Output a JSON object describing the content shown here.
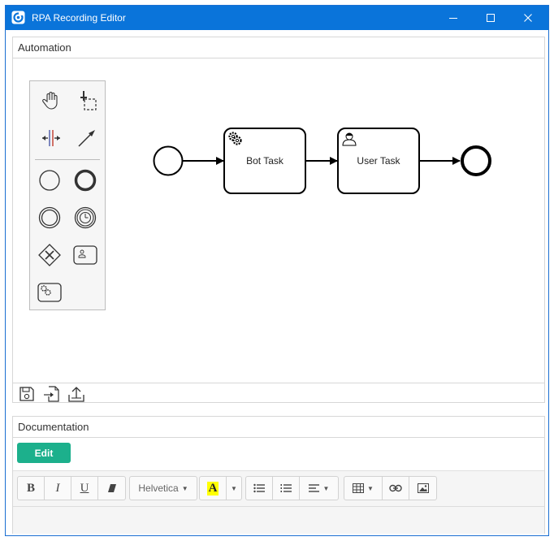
{
  "window": {
    "title": "RPA Recording Editor",
    "accent_color": "#0a74da",
    "controls": [
      "minimize-icon",
      "maximize-icon",
      "close-icon"
    ]
  },
  "automation": {
    "header": "Automation",
    "palette": {
      "tools": [
        "hand-tool-icon",
        "lasso-tool-icon",
        "space-tool-icon",
        "connect-tool-icon"
      ],
      "elements": [
        "start-event-icon",
        "end-event-icon",
        "intermediate-event-icon",
        "timer-event-icon",
        "gateway-icon",
        "user-task-icon",
        "service-task-icon"
      ]
    },
    "diagram": {
      "tasks": [
        {
          "label": "Bot Task",
          "icon": "gear-icon"
        },
        {
          "label": "User Task",
          "icon": "user-icon"
        }
      ]
    },
    "toolbar": [
      "save-icon",
      "export-icon",
      "upload-icon"
    ]
  },
  "documentation": {
    "header": "Documentation",
    "edit_label": "Edit",
    "edit_color": "#1cb08c",
    "editor_toolbar": {
      "bold": "B",
      "italic": "I",
      "underline": "U",
      "font": "Helvetica",
      "highlight": "A"
    }
  }
}
